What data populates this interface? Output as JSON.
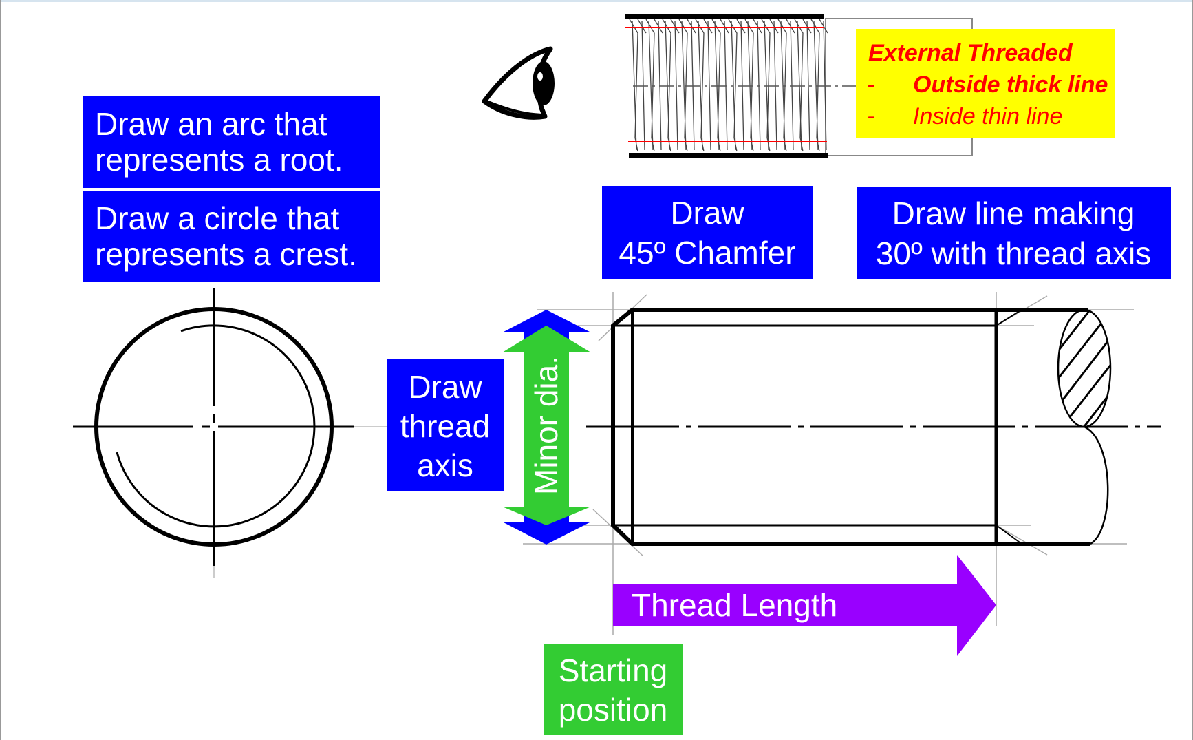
{
  "colors": {
    "blue_box": "#0000ff",
    "green": "#33cc33",
    "purple": "#9900ff",
    "yellow": "#ffff00",
    "red_text": "#ff0000"
  },
  "labels": {
    "root_arc": [
      "Draw an arc that",
      "represents a root."
    ],
    "crest_circle": [
      "Draw a circle that",
      "represents a crest."
    ],
    "chamfer": [
      "Draw",
      "45º Chamfer"
    ],
    "thirty_deg": [
      "Draw line making",
      "30º with thread axis"
    ],
    "thread_axis": [
      "Draw",
      "thread",
      "axis"
    ],
    "minor_dia": "Minor dia.",
    "thread_length": "Thread Length",
    "starting_position": [
      "Starting",
      "position"
    ]
  },
  "legend": {
    "title": "External Threaded",
    "items": [
      {
        "dash": "-",
        "text": "Outside thick line"
      },
      {
        "dash": "-",
        "text": "Inside thin line"
      }
    ]
  },
  "icons": [
    "eye-icon"
  ]
}
